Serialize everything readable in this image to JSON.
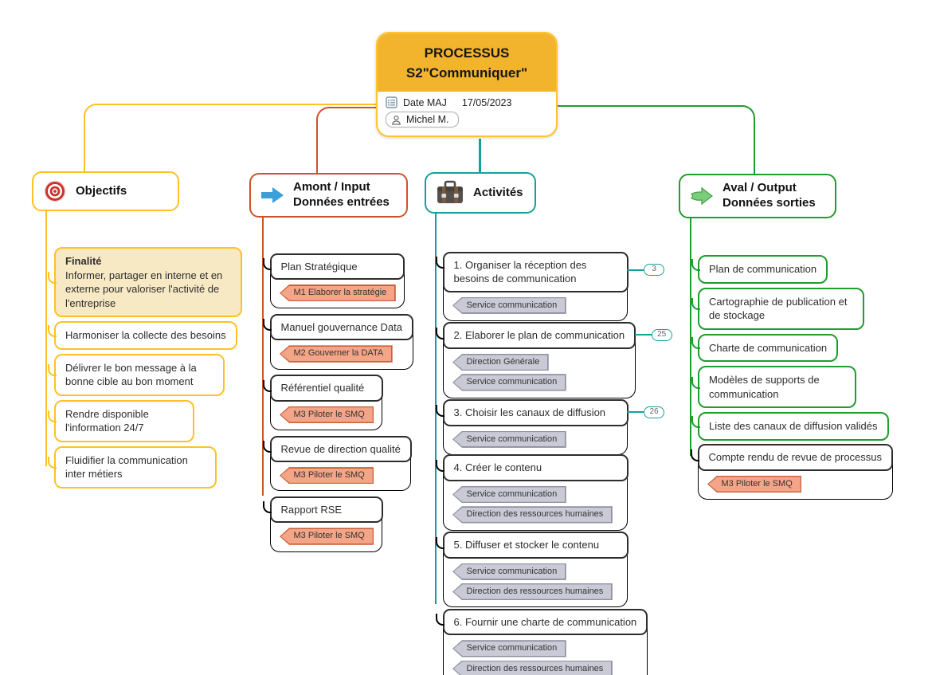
{
  "root": {
    "title_line1": "PROCESSUS",
    "title_line2": "S2\"Communiquer\"",
    "date_label": "Date MAJ",
    "date_value": "17/05/2023",
    "author": "Michel M."
  },
  "branches": {
    "objectifs": {
      "label": "Objectifs",
      "icon": "target-icon",
      "color": "#FFC125",
      "items": [
        {
          "title": "Finalité",
          "body": "Informer, partager en interne et en externe pour valoriser l'activité de l'entreprise"
        },
        {
          "text": "Harmoniser la collecte des besoins"
        },
        {
          "text": "Délivrer le bon message à la bonne cible au bon moment"
        },
        {
          "text": "Rendre disponible l'information 24/7"
        },
        {
          "text": "Fluidifier la communication inter métiers"
        }
      ]
    },
    "amont": {
      "label_line1": "Amont / Input",
      "label_line2": "Données entrées",
      "icon": "blue-arrow-icon",
      "color": "#CC5429",
      "items": [
        {
          "title": "Plan Stratégique",
          "tags": [
            "M1 Elaborer la stratégie"
          ]
        },
        {
          "title": "Manuel gouvernance Data",
          "tags": [
            "M2 Gouverner la DATA"
          ]
        },
        {
          "title": "Référentiel qualité",
          "tags": [
            "M3 Piloter le SMQ"
          ]
        },
        {
          "title": "Revue de direction qualité",
          "tags": [
            "M3 Piloter le SMQ"
          ]
        },
        {
          "title": "Rapport RSE",
          "tags": [
            "M3 Piloter le SMQ"
          ]
        }
      ]
    },
    "activites": {
      "label": "Activités",
      "icon": "briefcase-icon",
      "color": "#16A09C",
      "items": [
        {
          "title": "1. Organiser la réception des besoins de communication",
          "badge": "3",
          "tags": [
            "Service communication"
          ]
        },
        {
          "title": "2. Elaborer le plan de communication",
          "badge": "25",
          "tags": [
            "Direction Générale",
            "Service communication"
          ]
        },
        {
          "title": "3. Choisir les canaux de diffusion",
          "badge": "26",
          "tags": [
            "Service communication"
          ]
        },
        {
          "title": "4. Créer le contenu",
          "tags": [
            "Service communication",
            "Direction des ressources humaines"
          ]
        },
        {
          "title": "5. Diffuser et stocker le contenu",
          "tags": [
            "Service communication",
            "Direction des ressources humaines"
          ]
        },
        {
          "title": "6. Fournir une charte de communication",
          "tags": [
            "Service communication",
            "Direction des ressources humaines"
          ]
        }
      ]
    },
    "aval": {
      "label_line1": "Aval / Output",
      "label_line2": "Données sorties",
      "icon": "green-arrow-icon",
      "color": "#1E9E2C",
      "items": [
        {
          "text": "Plan de communication"
        },
        {
          "text": "Cartographie de publication et de stockage"
        },
        {
          "text": "Charte de communication"
        },
        {
          "text": "Modèles de supports de communication"
        },
        {
          "text": "Liste des canaux de diffusion validés"
        },
        {
          "text": "Compte rendu de revue de processus",
          "tags": [
            "M3 Piloter le SMQ"
          ]
        }
      ]
    }
  },
  "colors": {
    "root_fill": "#F2B32D",
    "branch_yellow": "#FFC125",
    "branch_orange": "#CC5429",
    "branch_teal": "#16A09C",
    "branch_green": "#1E9E2C",
    "finalite_fill": "#F8E9C5",
    "tag_salmon_fill": "#F4A587",
    "tag_gray_fill": "#C9CAD6"
  }
}
